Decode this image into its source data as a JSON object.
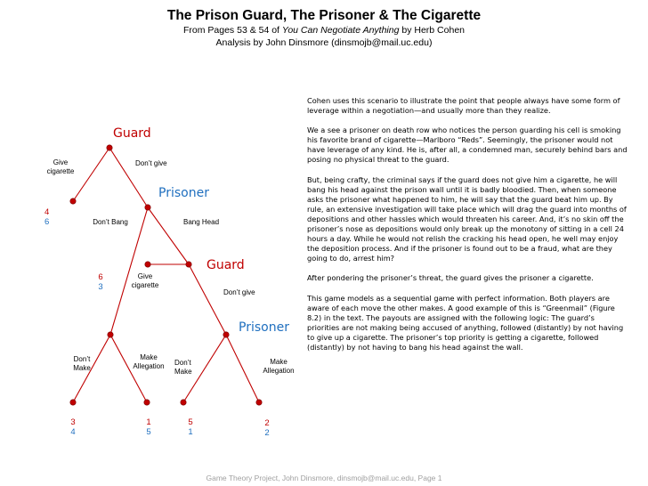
{
  "header": {
    "title": "The Prison Guard, The Prisoner & The Cigarette",
    "subtitle_prefix": "From Pages 53 & 54 of ",
    "subtitle_book": "You Can Negotiate Anything",
    "subtitle_suffix": " by Herb Cohen",
    "analysis": "Analysis by John Dinsmore (dinsmojb@mail.uc.edu)"
  },
  "tree": {
    "colors": {
      "node": "#c00000",
      "edge": "#c00000",
      "node_label": "#c00000",
      "player_label": "#1f6fbf",
      "payoff_guard": "#c00000",
      "payoff_prisoner": "#1f6fbf"
    },
    "nodes": [
      {
        "id": "n1",
        "player": "Guard"
      },
      {
        "id": "n2",
        "player": "Prisoner"
      },
      {
        "id": "n3",
        "player": "Guard"
      },
      {
        "id": "n4",
        "player": "Prisoner"
      }
    ],
    "edges": [
      {
        "id": "e1",
        "label": "Give\ncigarette"
      },
      {
        "id": "e2",
        "label": "Don’t give"
      },
      {
        "id": "e3",
        "label": "Don’t Bang"
      },
      {
        "id": "e4",
        "label": "Bang Head"
      },
      {
        "id": "e5",
        "label": "Give\ncigarette"
      },
      {
        "id": "e6",
        "label": "Don’t give"
      },
      {
        "id": "e7",
        "label": "Don’t\nMake"
      },
      {
        "id": "e8",
        "label": "Make\nAllegation"
      },
      {
        "id": "e9",
        "label": "Don’t\nMake"
      },
      {
        "id": "e10",
        "label": "Make\nAllegation"
      }
    ],
    "payoffs": [
      {
        "id": "p1",
        "guard": "4",
        "prisoner": "6"
      },
      {
        "id": "p2",
        "guard": "6",
        "prisoner": "3"
      },
      {
        "id": "p3",
        "guard": "3",
        "prisoner": "4"
      },
      {
        "id": "p4",
        "guard": "1",
        "prisoner": "5"
      },
      {
        "id": "p5",
        "guard": "5",
        "prisoner": "1"
      },
      {
        "id": "p6",
        "guard": "2",
        "prisoner": "2"
      }
    ]
  },
  "text": {
    "paragraphs": [
      "Cohen uses this scenario to illustrate the point that people always have some form of leverage within a negotiation—and usually more than they realize.",
      "We a see a prisoner on death row who notices the person guarding his cell is smoking his favorite brand of cigarette—Marlboro “Reds”. Seemingly, the prisoner would not have leverage of any kind. He is, after all, a condemned man, securely behind bars and posing no physical threat to the guard.",
      "But, being crafty, the criminal says if the guard does not give him a cigarette, he will bang his head against the prison wall until it is badly bloodied. Then, when someone asks the prisoner what happened to him, he will say that the guard beat him up. By rule, an extensive investigation will take place which will drag the guard into months of depositions and other hassles which would threaten his career.  And, it’s no skin off the prisoner’s nose as depositions would only break up the monotony of sitting in a cell 24 hours a day. While he would not relish the cracking his head open, he well may enjoy the deposition process. And if the prisoner is found out to be a fraud, what are they going to do, arrest him?",
      "After pondering the prisoner’s threat, the guard gives the prisoner a cigarette.",
      "This game models as a sequential game with perfect information. Both players are aware of each move the other makes. A good example of this is “Greenmail” (Figure 8.2) in the text. The payouts are assigned with the following logic: The guard’s priorities are not making being accused of anything, followed (distantly) by not having to give up a cigarette. The prisoner’s top priority is getting a cigarette, followed (distantly) by not having to bang his head against the wall."
    ]
  },
  "footer": "Game Theory Project, John Dinsmore, dinsmojb@mail.uc.edu, Page 1"
}
